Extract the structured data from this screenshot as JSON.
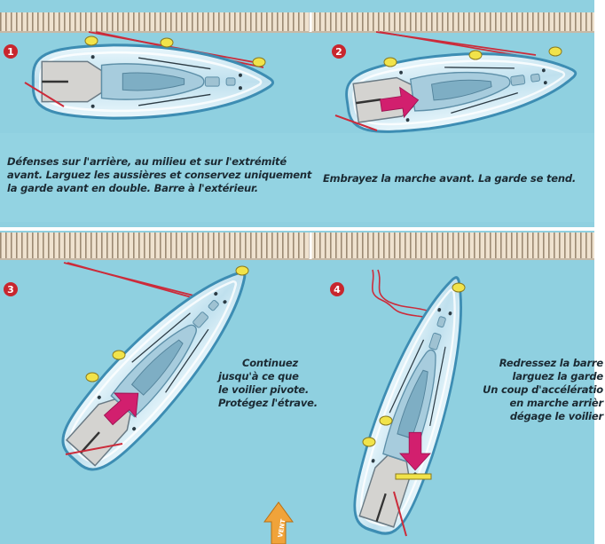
{
  "steps": [
    {
      "number": "1",
      "caption": "Défenses sur l'arrière, au milieu et sur l'extrémité\navant. Larguez les aussières et conservez uniquement\nla garde avant en double. Barre à l'extérieur."
    },
    {
      "number": "2",
      "caption": "Embrayez la marche avant. La garde se tend."
    },
    {
      "number": "3",
      "caption": "Continuez\njusqu'à ce que\nle voilier pivote.\nProtégez l'étrave."
    },
    {
      "number": "4",
      "caption": "Redressez la barre\nlarguez la garde\nUn coup d'accélératio\nen marche arrièr\ndégage le voilier"
    }
  ],
  "bottom_arrow_label": "VENT",
  "colors": {
    "water": "#8fd0e0",
    "dock": "#efe2cf",
    "plank": "#9c8a73",
    "rope": "#cc2b3a",
    "arrow": "#d21f6e",
    "fender": "#f1e34a",
    "step_badge": "#c8262e"
  }
}
